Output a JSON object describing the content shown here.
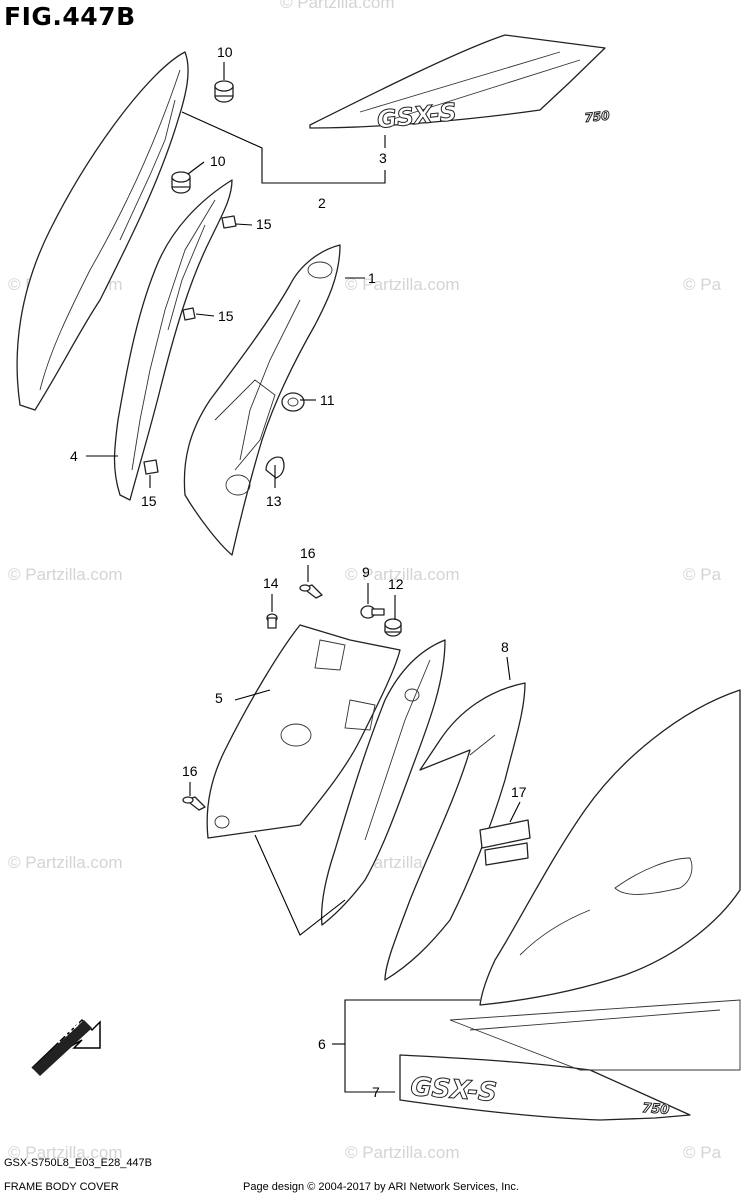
{
  "figure": {
    "title": "FIG.447B",
    "model_code": "GSX-S750L8_E03_E28_447B",
    "name": "FRAME BODY COVER",
    "credit": "Page design © 2004-2017 by ARI Network Services, Inc."
  },
  "watermark": {
    "text": "© Partzilla.com",
    "text_cut": "© Pa"
  },
  "fwd_label": "FWD",
  "decal_logo": "GSX-S",
  "decal_logo_small": "750",
  "callouts": {
    "c1": "1",
    "c2": "2",
    "c3": "3",
    "c4": "4",
    "c5": "5",
    "c6": "6",
    "c7": "7",
    "c8": "8",
    "c9": "9",
    "c10a": "10",
    "c10b": "10",
    "c11": "11",
    "c12": "12",
    "c13": "13",
    "c14": "14",
    "c15a": "15",
    "c15b": "15",
    "c15c": "15",
    "c16a": "16",
    "c16b": "16",
    "c17": "17"
  }
}
